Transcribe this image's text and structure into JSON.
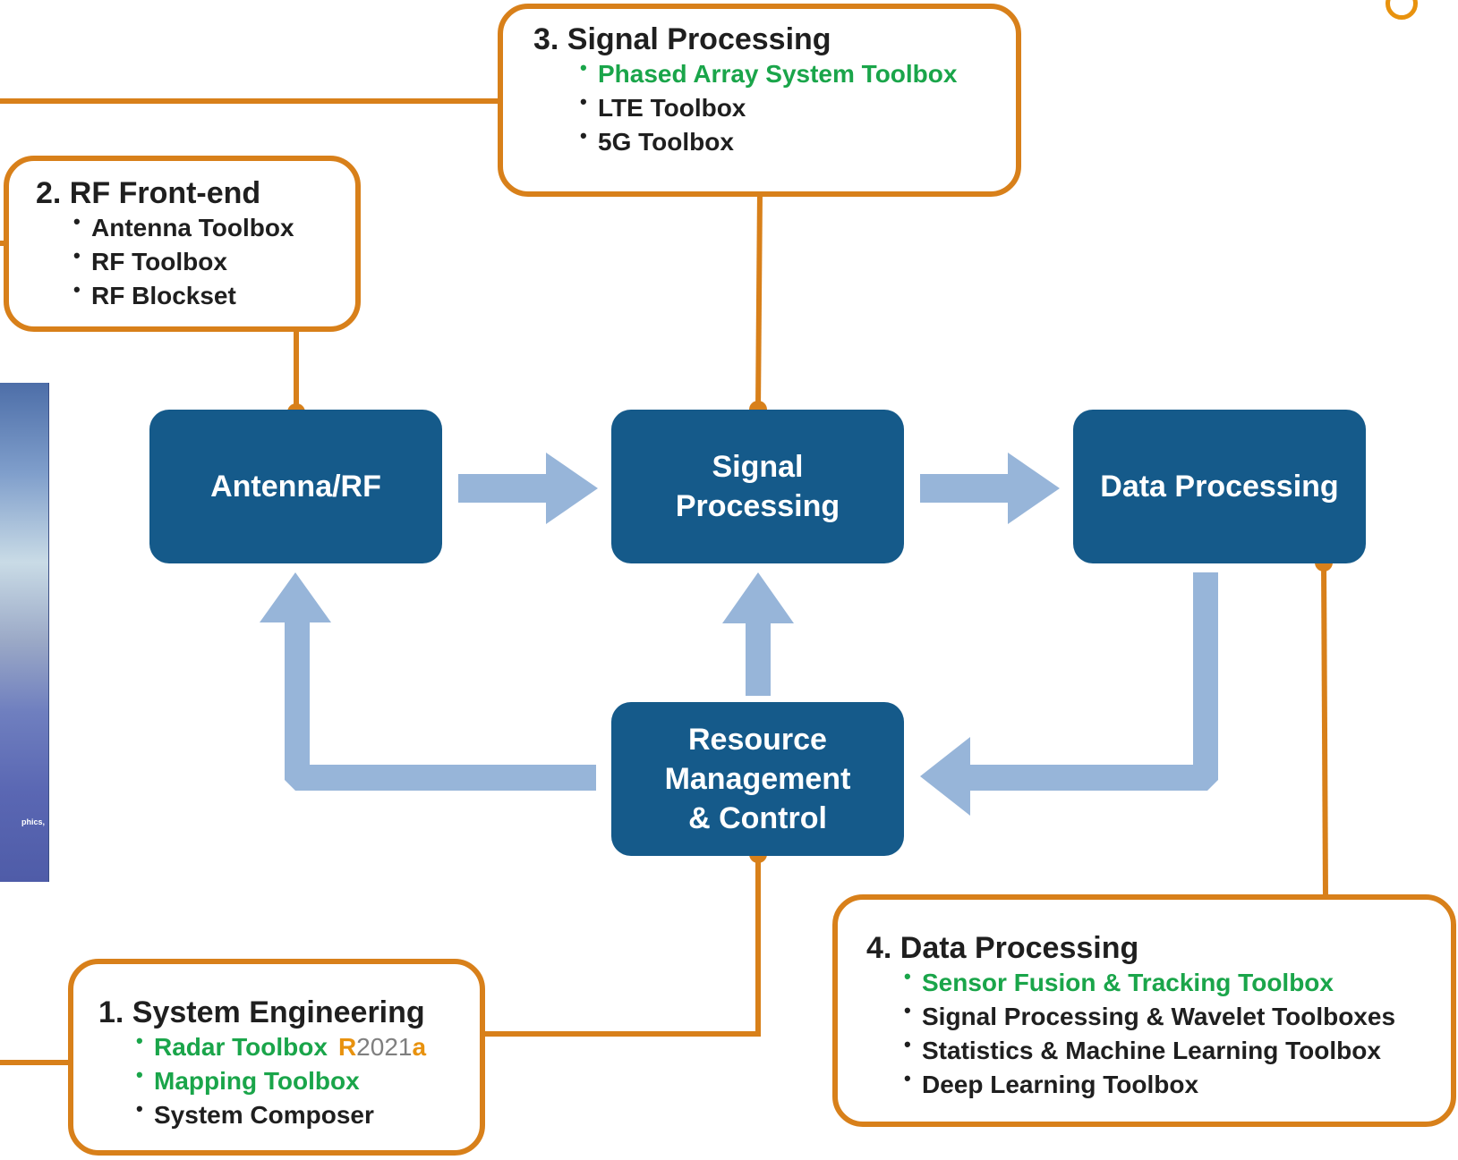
{
  "blocks": {
    "antenna_rf": "Antenna/RF",
    "signal_processing": "Signal\nProcessing",
    "data_processing": "Data Processing",
    "resource_management": "Resource\nManagement\n& Control"
  },
  "callouts": {
    "system_engineering": {
      "title": "1. System Engineering",
      "items": [
        {
          "label": "Radar Toolbox",
          "highlight": true
        },
        {
          "label": "Mapping Toolbox",
          "highlight": true
        },
        {
          "label": "System Composer",
          "highlight": false
        }
      ],
      "badge": {
        "r": "R",
        "year": "2021",
        "letter": "a"
      }
    },
    "rf_front_end": {
      "title": "2. RF Front-end",
      "items": [
        {
          "label": "Antenna Toolbox",
          "highlight": false
        },
        {
          "label": "RF Toolbox",
          "highlight": false
        },
        {
          "label": "RF Blockset",
          "highlight": false
        }
      ]
    },
    "signal_processing": {
      "title": "3. Signal Processing",
      "items": [
        {
          "label": "Phased Array System Toolbox",
          "highlight": true
        },
        {
          "label": "LTE Toolbox",
          "highlight": false
        },
        {
          "label": "5G Toolbox",
          "highlight": false
        }
      ]
    },
    "data_processing": {
      "title": "4. Data Processing",
      "items": [
        {
          "label": "Sensor Fusion & Tracking Toolbox",
          "highlight": true
        },
        {
          "label": "Signal Processing & Wavelet Toolboxes",
          "highlight": false
        },
        {
          "label": "Statistics & Machine Learning Toolbox",
          "highlight": false
        },
        {
          "label": "Deep Learning Toolbox",
          "highlight": false
        }
      ]
    }
  },
  "photo_caption": "phics,",
  "colors": {
    "block_fill": "#155a8a",
    "callout_border": "#d8801a",
    "arrow_fill": "#97b5d9",
    "highlight_text": "#1aa54a",
    "badge_orange": "#e8920e"
  }
}
